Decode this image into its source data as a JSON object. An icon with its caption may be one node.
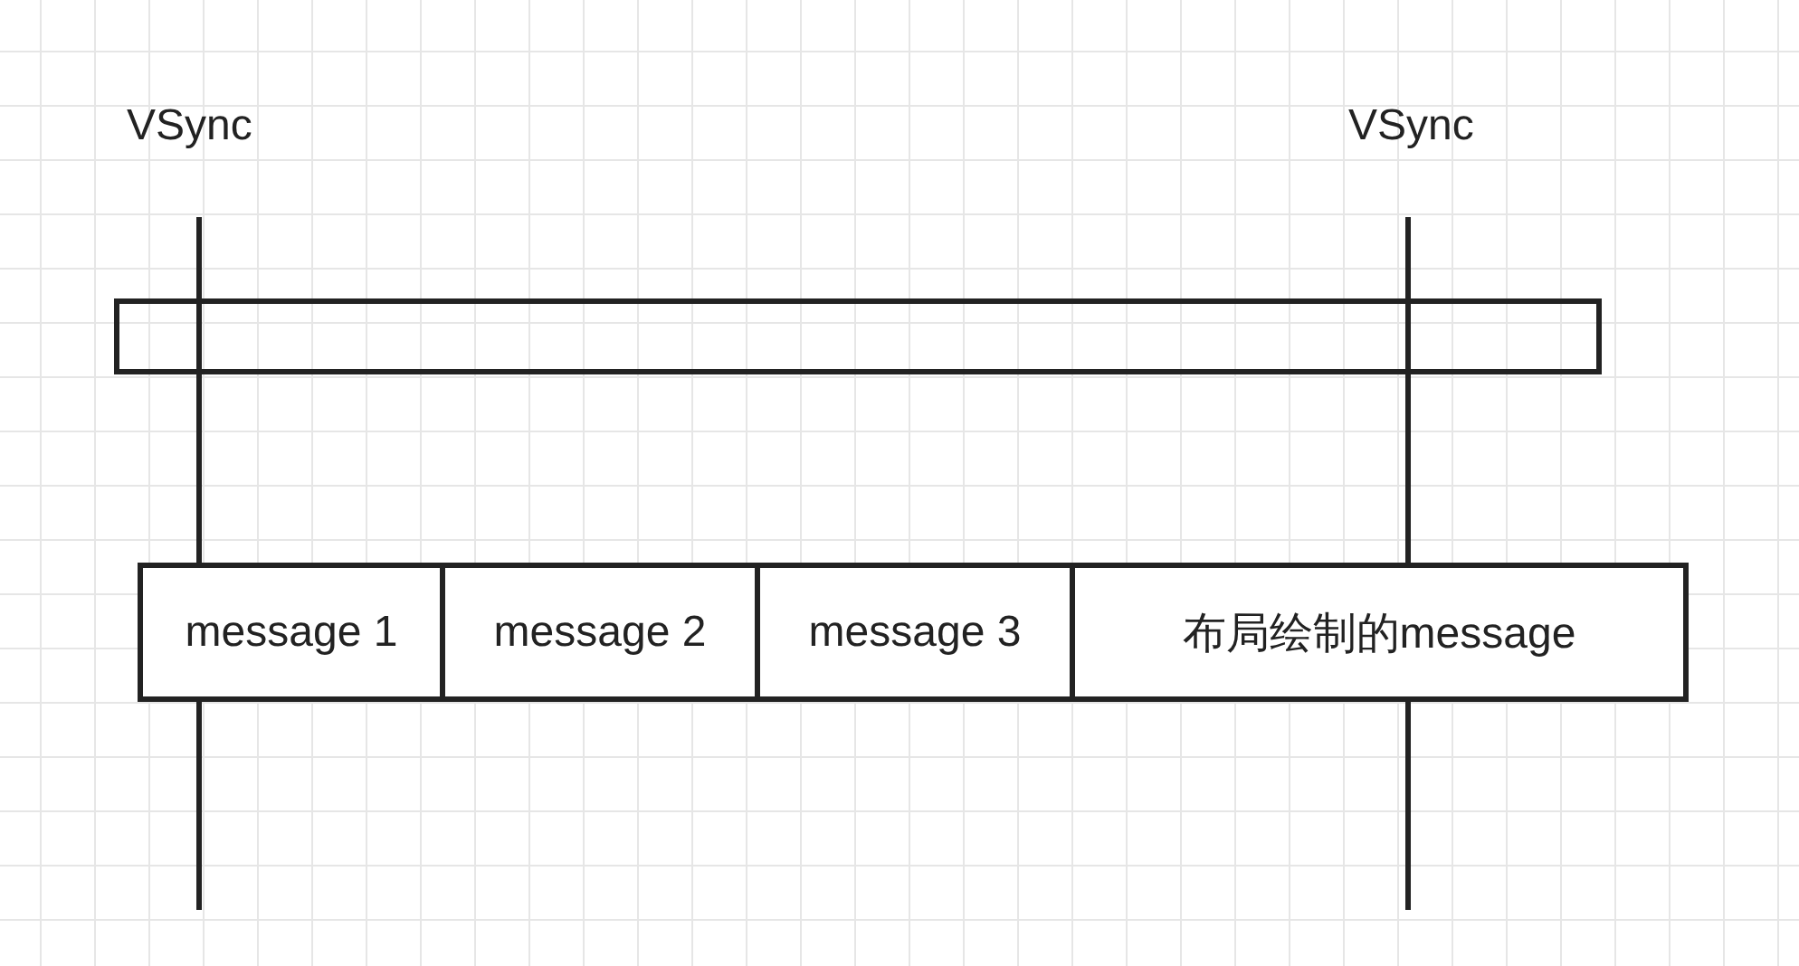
{
  "diagram": {
    "nodes": [
      {
        "text": [],
        "shape": "bar"
      },
      {
        "text": [
          "message 1"
        ]
      },
      {
        "text": [
          "message 2"
        ]
      },
      {
        "text": [
          "message 3"
        ]
      },
      {
        "text": [
          "布局绘制的message"
        ]
      }
    ],
    "labels": [
      "VSync",
      "VSync"
    ]
  }
}
